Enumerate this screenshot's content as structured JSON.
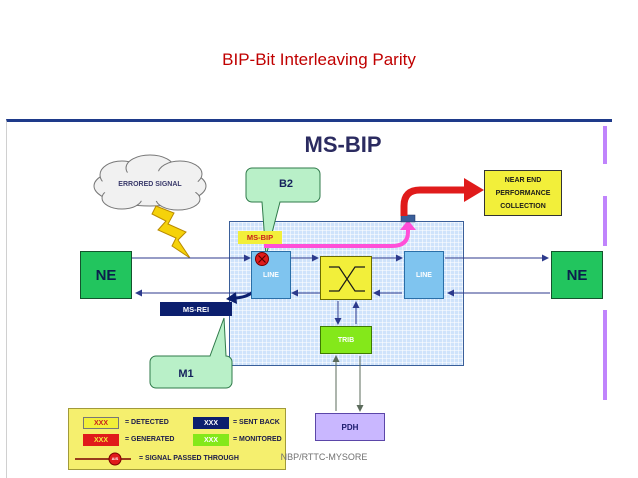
{
  "slide": {
    "title": "BIP-Bit Interleaving Parity",
    "footer": "NBP/RTTC-MYSORE"
  },
  "diagram": {
    "title": "MS-BIP",
    "cloud_label": "ERRORED SIGNAL",
    "ne_left": "NE",
    "ne_right": "NE",
    "line_left": "LINE",
    "line_right": "LINE",
    "trib": "TRIB",
    "pdh": "PDH",
    "ms_bip": "MS-BIP",
    "ms_rei": "MS-REI",
    "callout_b2": "B2",
    "callout_m1": "M1",
    "near_end": [
      "NEAR END",
      "PERFORMANCE",
      "COLLECTION"
    ]
  },
  "legend": {
    "swatch_text": "XXX",
    "detected": "= DETECTED",
    "sent_back": "= SENT BACK",
    "generated": "= GENERATED",
    "monitored": "= MONITORED",
    "passed_through": "= SIGNAL PASSED THROUGH",
    "marker_text": "AIS"
  },
  "colors": {
    "detected": "#f2ef3a",
    "sent_back": "#0c1f6e",
    "generated": "#e01b1b",
    "monitored": "#84e81a",
    "pink_path": "#ff4fd8",
    "red_arrow": "#e01b1b"
  }
}
